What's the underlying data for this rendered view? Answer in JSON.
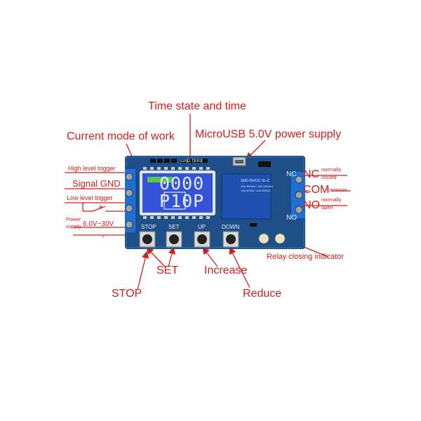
{
  "annotations": {
    "time_state": "Time state and time",
    "current_mode": "Current mode of work",
    "micro_usb": "MicroUSB 5.0V power supply",
    "high_level_trigger": "High level trigger",
    "signal_gnd": "Signal GND",
    "low_level_trigger": "Low level trigger",
    "power_supply_line1": "Power",
    "power_supply_line2": "supply",
    "voltage_range": "6.0V~30V",
    "plus": "+",
    "minus": "-",
    "nc": "NC",
    "nc_desc_line1": "normally",
    "nc_desc_line2": "closed",
    "com": "COM",
    "com_desc": "common",
    "no": "NO",
    "no_desc_line1": "normally",
    "no_desc_line2": "open",
    "relay_indicator": "Relay closing indicator",
    "stop": "STOP",
    "set": "SET",
    "increase": "Increase",
    "reduce": "Reduce"
  },
  "board": {
    "header_label": "GND TXRX",
    "lcd_top": "0000",
    "lcd_bottom": "P10P",
    "button_labels": [
      "STOP",
      "SET",
      "UP",
      "DOWN"
    ],
    "relay_lines": [
      "SRD-05VDC-SL-C",
      "10A 250VAC 10A 125VAC",
      "10A 30VDC 10A 28VDC"
    ],
    "nc_silk": "NC",
    "no_silk": "NO"
  },
  "colors": {
    "annotation": "#d0201b",
    "pcb": "#1f4f88",
    "lcd": "#3553d8",
    "relay": "#1d4fb0",
    "terminal": "#1e6fd0"
  }
}
